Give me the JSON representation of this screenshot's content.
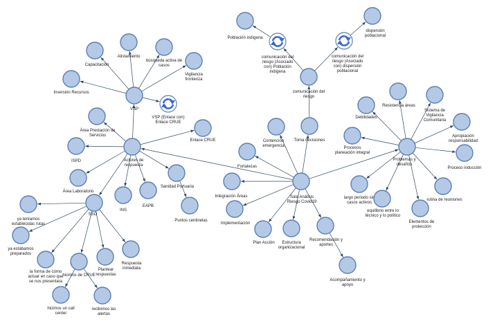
{
  "colors": {
    "node_fill": "#b4c9e6",
    "node_stroke": "#5b7fb5",
    "edge": "#2d4a5e",
    "cycle_icon": "#3a6bc0"
  },
  "nodes": [
    {
      "id": "poblacion_indigena",
      "icon": "circle",
      "label": [
        "Población indígena"
      ]
    },
    {
      "id": "dispersion_poblacional",
      "icon": "circle",
      "label": [
        "dispersión",
        "poblacional"
      ]
    },
    {
      "id": "comunicacion_pi",
      "icon": "cycle-icon",
      "label": [
        "comunicación del",
        "riesgo (Asociado",
        "con) Población",
        "indígena"
      ]
    },
    {
      "id": "comunicacion_dp",
      "icon": "cycle-icon",
      "label": [
        "comunicación del",
        "riesgo (Asociado",
        "con) dispersión",
        "poblacional"
      ]
    },
    {
      "id": "comunicacion_riesgo",
      "icon": "circle",
      "label": [
        "comunicación del",
        "riesgo"
      ]
    },
    {
      "id": "capacitacion",
      "icon": "circle",
      "label": [
        "Capacitación"
      ]
    },
    {
      "id": "alistamiento",
      "icon": "circle",
      "label": [
        "Alistamiento"
      ]
    },
    {
      "id": "busqueda_activa",
      "icon": "circle",
      "label": [
        "búsqueda activa de",
        "casos"
      ]
    },
    {
      "id": "vigilancia_frontera",
      "icon": "circle",
      "label": [
        "Vigilancia",
        "frontenza"
      ]
    },
    {
      "id": "inversion_recursos",
      "icon": "circle",
      "label": [
        "Inversión Recursos"
      ]
    },
    {
      "id": "vsp",
      "icon": "circle",
      "label": [
        "VSP"
      ]
    },
    {
      "id": "vsp_enlace",
      "icon": "cycle-icon",
      "label": [
        "VSP (Enlace con)",
        "Enlace CRUE"
      ]
    },
    {
      "id": "enlace_crue",
      "icon": "circle",
      "label": [
        "Enlace CRUE"
      ]
    },
    {
      "id": "area_prestacion",
      "icon": "circle",
      "label": [
        "Área Prestación de",
        "Servicios"
      ]
    },
    {
      "id": "ispd",
      "icon": "circle",
      "label": [
        "ISPD"
      ]
    },
    {
      "id": "actores",
      "icon": "circle",
      "label": [
        "Actores de",
        "respuesta"
      ]
    },
    {
      "id": "area_laboratorio",
      "icon": "circle",
      "label": [
        "Área Laboratorio"
      ]
    },
    {
      "id": "ins",
      "icon": "circle",
      "label": [
        "INS"
      ]
    },
    {
      "id": "eapb",
      "icon": "circle",
      "label": [
        "EAPB"
      ]
    },
    {
      "id": "sanidad_portuaria",
      "icon": "circle",
      "label": [
        "Sanidad Portuaria"
      ]
    },
    {
      "id": "puntos_centinelas",
      "icon": "circle",
      "label": [
        "Puntos centinelas"
      ]
    },
    {
      "id": "sso",
      "icon": "circle",
      "label": [
        "SSO"
      ]
    },
    {
      "id": "ya_teniamos",
      "icon": "circle",
      "label": [
        "ya teníamos",
        "establecidas rutas"
      ]
    },
    {
      "id": "ya_estabamos",
      "icon": "circle",
      "label": [
        "ya estábamos",
        "preparados"
      ]
    },
    {
      "id": "la_forma",
      "icon": "circle",
      "label": [
        "la forma de cómo",
        "actuar en caso que",
        "se nos presentara"
      ]
    },
    {
      "id": "hicimos_crue",
      "icon": "circle",
      "label": [
        "hicimos de CRUE"
      ]
    },
    {
      "id": "plantear",
      "icon": "circle",
      "label": [
        "Plantear",
        "respuestas"
      ]
    },
    {
      "id": "respuesta_inmediata",
      "icon": "circle",
      "label": [
        "Respuesta",
        "inmediata"
      ]
    },
    {
      "id": "hicimos_call",
      "icon": "circle",
      "label": [
        "hicimos un call",
        "center"
      ]
    },
    {
      "id": "recibimos_alertas",
      "icon": "circle",
      "label": [
        "recibimos las",
        "alertas"
      ]
    },
    {
      "id": "contencion",
      "icon": "circle",
      "label": [
        "Contención",
        "emergencia"
      ]
    },
    {
      "id": "toma_decisiones",
      "icon": "circle",
      "label": [
        "Toma decisiones"
      ]
    },
    {
      "id": "fortalezas",
      "icon": "circle",
      "label": [
        "Fortalezas"
      ]
    },
    {
      "id": "integracion_areas",
      "icon": "circle",
      "label": [
        "Integración Áreas"
      ]
    },
    {
      "id": "sala_analisis",
      "icon": "circle",
      "label": [
        "Sala Análisis",
        "Riesgo Covid19"
      ]
    },
    {
      "id": "implementacion",
      "icon": "circle",
      "label": [
        "Implementación"
      ]
    },
    {
      "id": "plan_accion",
      "icon": "circle",
      "label": [
        "Plan Acción"
      ]
    },
    {
      "id": "estructura_org",
      "icon": "circle",
      "label": [
        "Estructura",
        "organizacional"
      ]
    },
    {
      "id": "recomendacion",
      "icon": "circle",
      "label": [
        "Recomendación y",
        "aportes"
      ]
    },
    {
      "id": "acompanamiento",
      "icon": "circle",
      "label": [
        "Acompañamiento y",
        "apoyo"
      ]
    },
    {
      "id": "debilidades",
      "icon": "circle",
      "label": [
        "Debilidades"
      ]
    },
    {
      "id": "resistencia",
      "icon": "circle",
      "label": [
        "Resistencia áreas"
      ]
    },
    {
      "id": "sistema_vigilancia",
      "icon": "circle",
      "label": [
        "Sistema de",
        "Vigilancia",
        "Comunitaria"
      ]
    },
    {
      "id": "procesos_planeacion",
      "icon": "circle",
      "label": [
        "Procesos",
        "planeación integral"
      ]
    },
    {
      "id": "apropiacion",
      "icon": "circle",
      "label": [
        "Apropiación",
        "responsabilidad"
      ]
    },
    {
      "id": "problemas",
      "icon": "circle",
      "label": [
        "Problemas y",
        "desafíos"
      ]
    },
    {
      "id": "proceso_induccion",
      "icon": "circle",
      "label": [
        "Proceso inducción"
      ]
    },
    {
      "id": "largo_periodo",
      "icon": "circle",
      "label": [
        "largo periodo sin",
        "casos activos"
      ]
    },
    {
      "id": "equilibrio",
      "icon": "circle",
      "label": [
        "equilibrio entre lo",
        "técnico y lo político"
      ]
    },
    {
      "id": "rutina_reuniones",
      "icon": "circle",
      "label": [
        "rutina de reuniones"
      ]
    },
    {
      "id": "elementos_proteccion",
      "icon": "circle",
      "label": [
        "Elementos de",
        "protección"
      ]
    }
  ],
  "edges": [
    {
      "from": "comunicacion_pi",
      "to": "poblacion_indigena"
    },
    {
      "from": "comunicacion_dp",
      "to": "dispersion_poblacional"
    },
    {
      "from": "comunicacion_riesgo",
      "to": "comunicacion_pi"
    },
    {
      "from": "comunicacion_riesgo",
      "to": "comunicacion_dp"
    },
    {
      "from": "toma_decisiones",
      "to": "comunicacion_riesgo"
    },
    {
      "from": "vsp",
      "to": "capacitacion"
    },
    {
      "from": "vsp",
      "to": "alistamiento"
    },
    {
      "from": "vsp",
      "to": "busqueda_activa"
    },
    {
      "from": "vsp",
      "to": "vigilancia_frontera"
    },
    {
      "from": "vsp",
      "to": "inversion_recursos"
    },
    {
      "from": "vsp",
      "to": "vsp_enlace"
    },
    {
      "from": "actores",
      "to": "vsp"
    },
    {
      "from": "actores",
      "to": "enlace_crue"
    },
    {
      "from": "actores",
      "to": "area_prestacion"
    },
    {
      "from": "actores",
      "to": "ispd"
    },
    {
      "from": "actores",
      "to": "area_laboratorio"
    },
    {
      "from": "actores",
      "to": "ins"
    },
    {
      "from": "actores",
      "to": "eapb"
    },
    {
      "from": "actores",
      "to": "sanidad_portuaria"
    },
    {
      "from": "actores",
      "to": "sso"
    },
    {
      "from": "sanidad_portuaria",
      "to": "puntos_centinelas"
    },
    {
      "from": "sso",
      "to": "ya_teniamos"
    },
    {
      "from": "sso",
      "to": "ya_estabamos"
    },
    {
      "from": "sso",
      "to": "la_forma"
    },
    {
      "from": "sso",
      "to": "hicimos_crue"
    },
    {
      "from": "sso",
      "to": "plantear"
    },
    {
      "from": "sso",
      "to": "respuesta_inmediata"
    },
    {
      "from": "hicimos_crue",
      "to": "hicimos_call"
    },
    {
      "from": "hicimos_crue",
      "to": "recibimos_alertas"
    },
    {
      "from": "sala_analisis",
      "to": "actores"
    },
    {
      "from": "sala_analisis",
      "to": "contencion"
    },
    {
      "from": "sala_analisis",
      "to": "toma_decisiones"
    },
    {
      "from": "sala_analisis",
      "to": "fortalezas"
    },
    {
      "from": "sala_analisis",
      "to": "integracion_areas"
    },
    {
      "from": "sala_analisis",
      "to": "implementacion"
    },
    {
      "from": "sala_analisis",
      "to": "plan_accion"
    },
    {
      "from": "sala_analisis",
      "to": "estructura_org"
    },
    {
      "from": "sala_analisis",
      "to": "recomendacion"
    },
    {
      "from": "sala_analisis",
      "to": "problemas"
    },
    {
      "from": "recomendacion",
      "to": "acompanamiento"
    },
    {
      "from": "problemas",
      "to": "debilidades"
    },
    {
      "from": "problemas",
      "to": "resistencia"
    },
    {
      "from": "problemas",
      "to": "sistema_vigilancia"
    },
    {
      "from": "problemas",
      "to": "procesos_planeacion"
    },
    {
      "from": "problemas",
      "to": "apropiacion"
    },
    {
      "from": "problemas",
      "to": "proceso_induccion"
    },
    {
      "from": "problemas",
      "to": "largo_periodo"
    },
    {
      "from": "problemas",
      "to": "equilibrio"
    },
    {
      "from": "problemas",
      "to": "rutina_reuniones"
    },
    {
      "from": "problemas",
      "to": "elementos_proteccion"
    }
  ]
}
